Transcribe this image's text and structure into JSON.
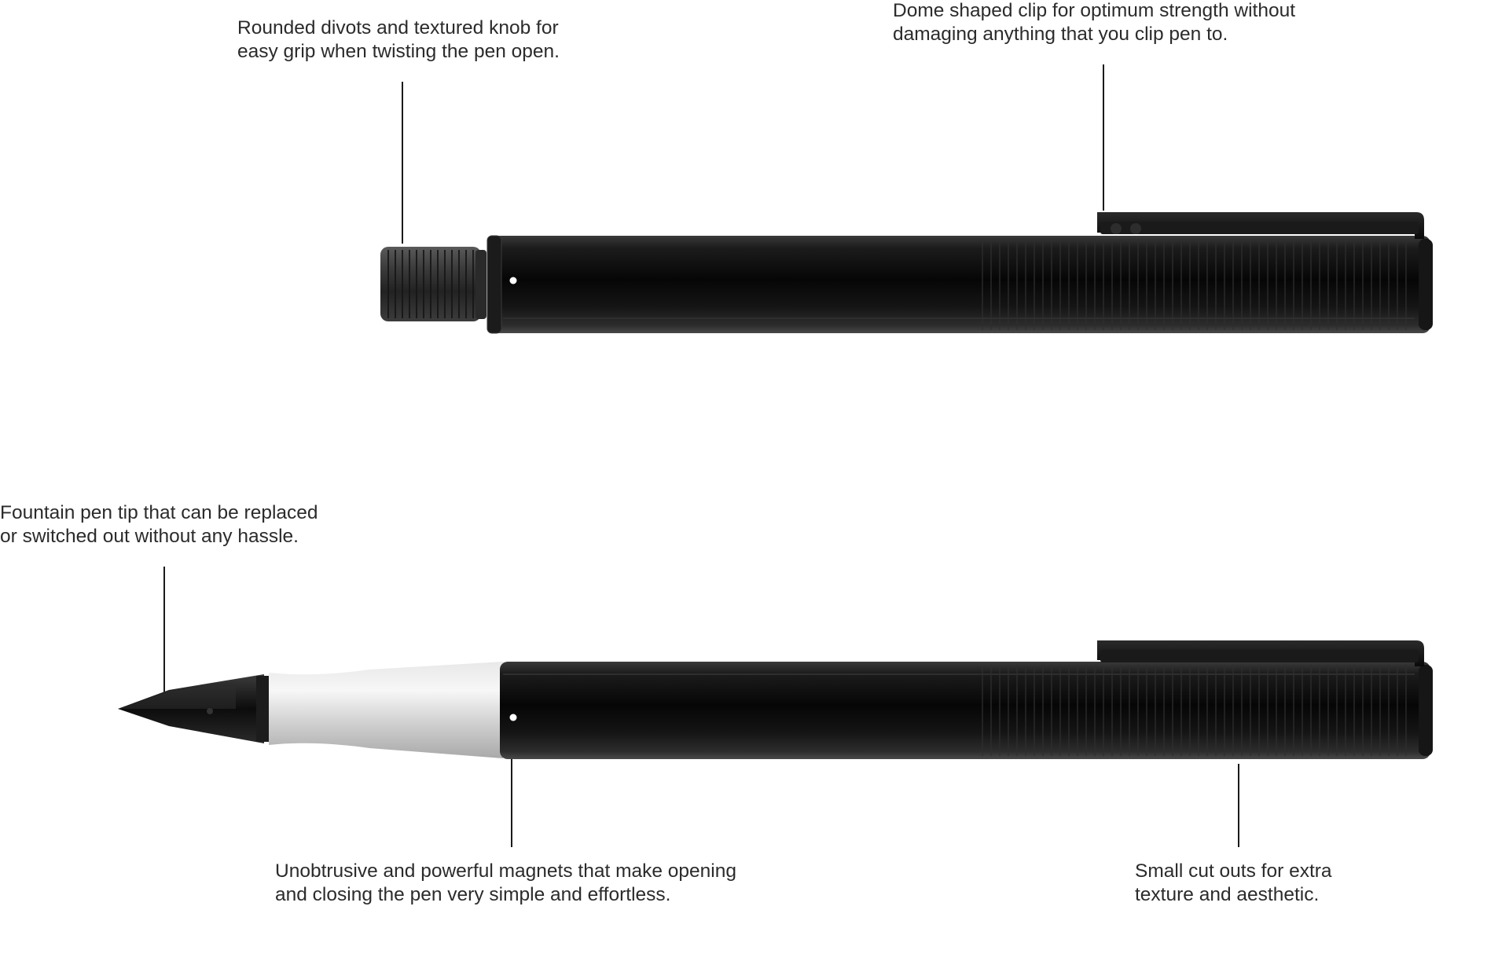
{
  "colors": {
    "background": "#ffffff",
    "text": "#2b2b2b",
    "leader": "#1a1a1a",
    "pen_body": "#111111",
    "grip_silver": "#d9d9d9"
  },
  "callouts": {
    "knob": {
      "line1": "Rounded divots and textured knob for",
      "line2": "easy grip when twisting the pen open."
    },
    "clip": {
      "line1": "Dome shaped clip for optimum strength without",
      "line2": "damaging anything that you clip pen to."
    },
    "nib": {
      "line1": "Fountain pen tip that can be replaced",
      "line2": "or switched out without any hassle."
    },
    "magnets": {
      "line1": "Unobtrusive and powerful magnets that make opening",
      "line2": "and closing the pen very simple and effortless."
    },
    "cutouts": {
      "line1": "Small cut outs for extra",
      "line2": "texture and aesthetic."
    }
  }
}
